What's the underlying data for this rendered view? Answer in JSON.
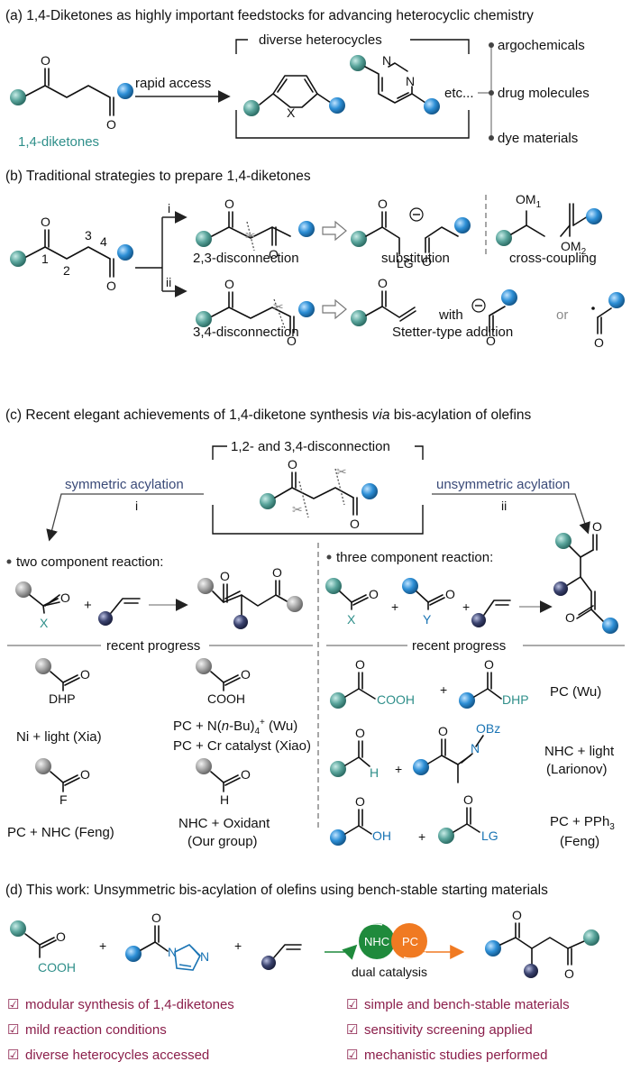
{
  "colors": {
    "teal_ball": "#5aa59c",
    "blue_ball": "#2d8fd6",
    "gray_ball": "#a8a8a8",
    "navy_ball": "#3c4470",
    "checkbox": "#8b1f4b",
    "nhc_green": "#1f8a3c",
    "pc_orange": "#f07a22"
  },
  "panel_a": {
    "heading": "(a) 1,4-Diketones as highly important feedstocks for advancing heterocyclic chemistry",
    "diketone_label": "1,4-diketones",
    "arrow_label": "rapid access",
    "box_title": "diverse heterocycles",
    "hetero_x": "X",
    "pyridazine_n1": "N",
    "pyridazine_n2": "N",
    "etc": "etc...",
    "apps": [
      "argochemicals",
      "drug molecules",
      "dye materials"
    ],
    "o1": "O",
    "o2": "O"
  },
  "panel_b": {
    "heading": "(b) Traditional strategies to prepare 1,4-diketones",
    "numbers": [
      "1",
      "2",
      "3",
      "4"
    ],
    "route_i": "i",
    "route_ii": "ii",
    "disc_23": "2,3-disconnection",
    "disc_34": "3,4-disconnection",
    "substitution": "substitution",
    "cross_coupling": "cross-coupling",
    "stetter": "Stetter-type addition",
    "with": "with",
    "or": "or",
    "lg": "LG",
    "om1": "OM",
    "om1_sub": "1",
    "om2": "OM",
    "om2_sub": "2",
    "o": "O"
  },
  "panel_c": {
    "heading_pre": "(c) Recent elegant achievements of 1,4-diketone synthesis ",
    "heading_via": "via",
    "heading_post": " bis-acylation of olefins",
    "box_title": "1,2- and 3,4-disconnection",
    "sym": "symmetric acylation",
    "sym_i": "i",
    "unsym": "unsymmetric acylation",
    "unsym_ii": "ii",
    "two_comp": "two component reaction:",
    "three_comp": "three component reaction:",
    "x": "X",
    "y": "Y",
    "plus": "+",
    "recent_left": "recent progress",
    "recent_right": "recent progress",
    "dhp": "DHP",
    "cooh": "COOH",
    "f": "F",
    "h": "H",
    "oh": "OH",
    "lg": "LG",
    "obz": "OBz",
    "n": "N",
    "o": "O",
    "xia": "Ni + light (Xia)",
    "wu1_pre": "PC + N(",
    "wu1_ital": "n",
    "wu1_post": "-Bu)",
    "wu1_sub": "4",
    "wu1_sup": "+",
    "wu1_tail": " (Wu)",
    "xiao": "PC + Cr catalyst (Xiao)",
    "feng_left": "PC + NHC (Feng)",
    "our1": "NHC + Oxidant",
    "our2": "(Our group)",
    "pc_wu": "PC (Wu)",
    "nhc_light1": "NHC + light",
    "nhc_light2": "(Larionov)",
    "pph3_pre": "PC + PPh",
    "pph3_sub": "3",
    "pph3_2": "(Feng)"
  },
  "panel_d": {
    "heading": "(d) This work: Unsymmetric bis-acylation of olefins using bench-stable starting materials",
    "cooh": "COOH",
    "n": "N",
    "o": "O",
    "plus": "+",
    "nhc": "NHC",
    "pc": "PC",
    "dual": "dual catalysis",
    "features": [
      "modular synthesis of 1,4-diketones",
      "simple and bench-stable materials",
      "mild reaction conditions",
      "sensitivity screening applied",
      "diverse heterocycles accessed",
      "mechanistic studies performed"
    ],
    "check_icon": "☑"
  }
}
